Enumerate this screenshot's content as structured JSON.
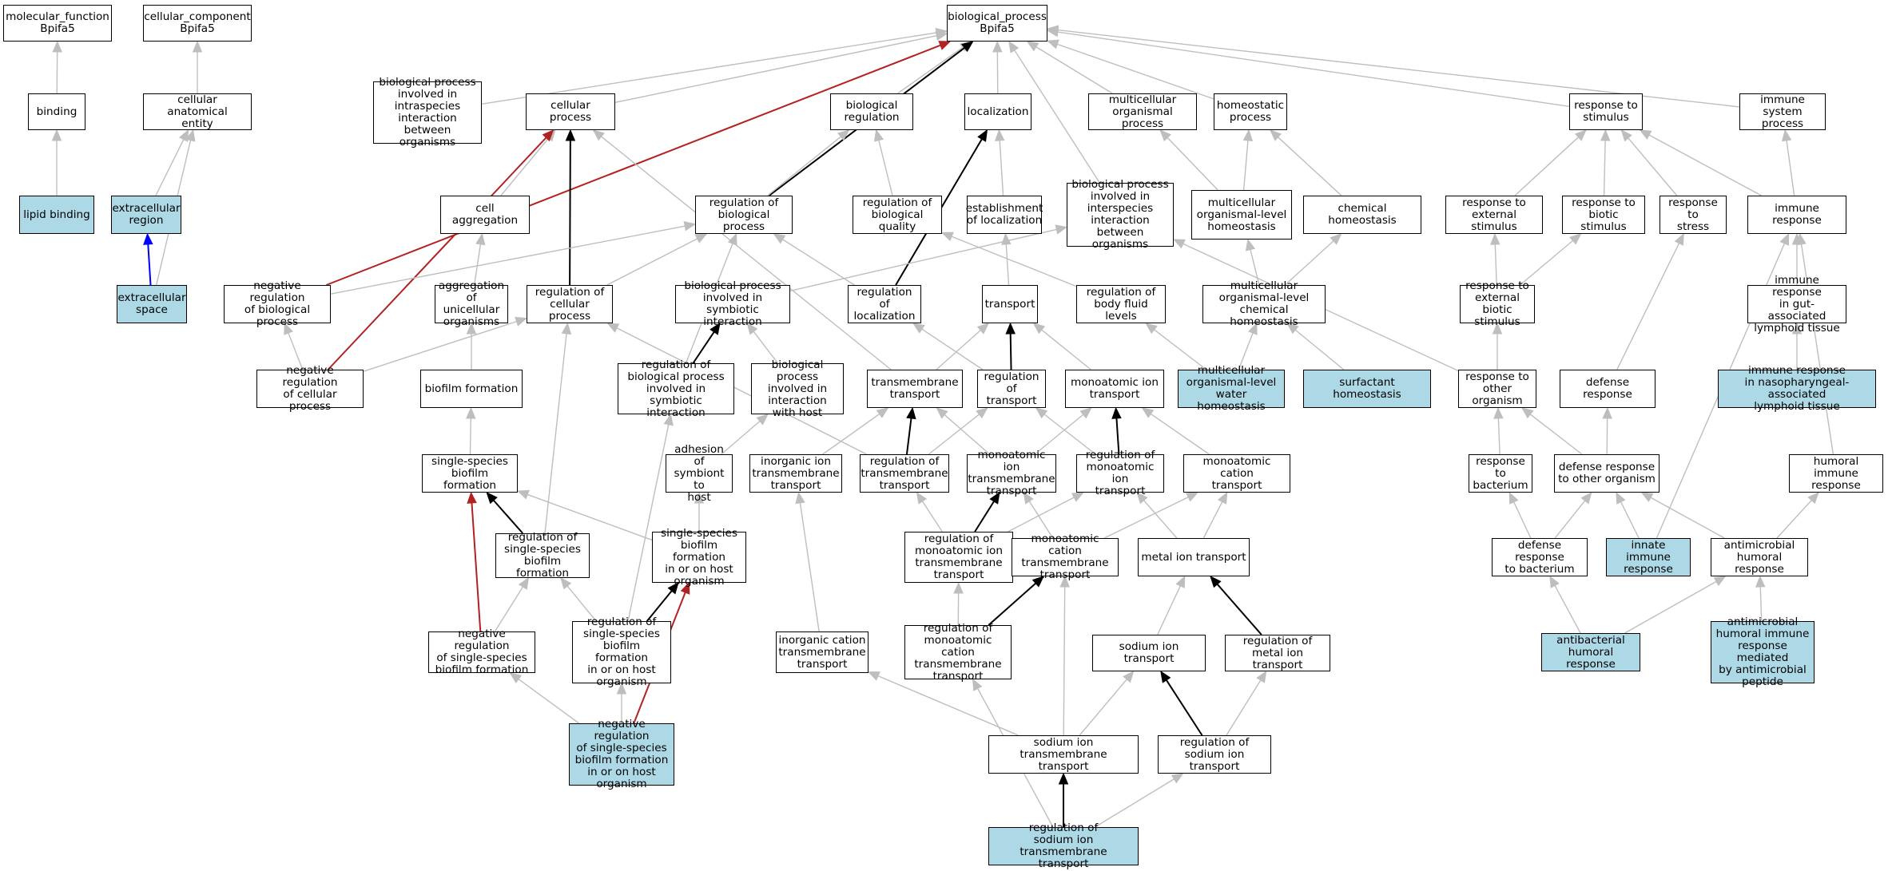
{
  "colors": {
    "gray": "#bebebe",
    "black": "#000000",
    "red": "#b22222",
    "blue": "#0000ff",
    "highlight": "#add8e6"
  },
  "nodes": {
    "mf": {
      "label": "molecular_function\nBpifa5"
    },
    "cc": {
      "label": "cellular_component\nBpifa5"
    },
    "bp": {
      "label": "biological_process\nBpifa5"
    },
    "binding": {
      "label": "binding"
    },
    "cae": {
      "label": "cellular anatomical\nentity"
    },
    "lipid": {
      "label": "lipid binding",
      "highlight": true
    },
    "exreg": {
      "label": "extracellular\nregion",
      "highlight": true
    },
    "exsp": {
      "label": "extracellular\nspace",
      "highlight": true
    },
    "bpintra": {
      "label": "biological process\ninvolved in\nintraspecies\ninteraction\nbetween organisms"
    },
    "cellproc": {
      "label": "cellular process"
    },
    "bioreg": {
      "label": "biological regulation"
    },
    "loc": {
      "label": "localization"
    },
    "multi": {
      "label": "multicellular\norganismal process"
    },
    "homeo": {
      "label": "homeostatic\nprocess"
    },
    "respstim": {
      "label": "response to\nstimulus"
    },
    "immsys": {
      "label": "immune system\nprocess"
    },
    "cellagg": {
      "label": "cell aggregation"
    },
    "regbio": {
      "label": "regulation of\nbiological process"
    },
    "regbq": {
      "label": "regulation of\nbiological quality"
    },
    "estloc": {
      "label": "establishment\nof localization"
    },
    "bpinter": {
      "label": "biological process\ninvolved in\ninterspecies\ninteraction\nbetween organisms"
    },
    "mlhomeo": {
      "label": "multicellular\norganismal-level\nhomeostasis"
    },
    "chemhomeo": {
      "label": "chemical homeostasis"
    },
    "respext": {
      "label": "response to\nexternal stimulus"
    },
    "respbio": {
      "label": "response to\nbiotic stimulus"
    },
    "respstress": {
      "label": "response to\nstress"
    },
    "immresp": {
      "label": "immune response"
    },
    "negregbio": {
      "label": "negative regulation\nof biological\nprocess"
    },
    "aggunicell": {
      "label": "aggregation\nof unicellular\norganisms"
    },
    "regcell": {
      "label": "regulation of\ncellular process"
    },
    "bpsymb": {
      "label": "biological process\ninvolved in\nsymbiotic interaction"
    },
    "regloc": {
      "label": "regulation of\nlocalization"
    },
    "transport": {
      "label": "transport"
    },
    "regbfl": {
      "label": "regulation of\nbody fluid levels"
    },
    "mlchem": {
      "label": "multicellular\norganismal-level\nchemical homeostasis"
    },
    "respextbio": {
      "label": "response to\nexternal biotic\nstimulus"
    },
    "imgut": {
      "label": "immune response\nin gut-associated\nlymphoid tissue"
    },
    "negregcell": {
      "label": "negative regulation\nof cellular\nprocess"
    },
    "biofilm": {
      "label": "biofilm formation"
    },
    "regbpsymb": {
      "label": "regulation of\nbiological process\ninvolved in\nsymbiotic interaction"
    },
    "bphost": {
      "label": "biological process\ninvolved in\ninteraction\nwith host"
    },
    "tmtrans": {
      "label": "transmembrane\ntransport"
    },
    "regtrans": {
      "label": "regulation of\ntransport"
    },
    "iontrans": {
      "label": "monoatomic ion\ntransport"
    },
    "mlwater": {
      "label": "multicellular\norganismal-level\nwater homeostasis",
      "highlight": true
    },
    "surf": {
      "label": "surfactant homeostasis",
      "highlight": true
    },
    "respother": {
      "label": "response to\nother organism"
    },
    "defresp": {
      "label": "defense response"
    },
    "imnasal": {
      "label": "immune response\nin nasopharyngeal-associated\nlymphoid tissue",
      "highlight": true
    },
    "ssbiofilm": {
      "label": "single-species\nbiofilm formation"
    },
    "adhesion": {
      "label": "adhesion of\nsymbiont to\nhost"
    },
    "inorgion": {
      "label": "inorganic ion\ntransmembrane\ntransport"
    },
    "regtm": {
      "label": "regulation of\ntransmembrane\ntransport"
    },
    "iontm": {
      "label": "monoatomic ion\ntransmembrane\ntransport"
    },
    "regiontrans": {
      "label": "regulation of\nmonoatomic ion\ntransport"
    },
    "cationtrans": {
      "label": "monoatomic cation\ntransport"
    },
    "respbact": {
      "label": "response to\nbacterium"
    },
    "defother": {
      "label": "defense response\nto other organism"
    },
    "humoral": {
      "label": "humoral immune\nresponse"
    },
    "regssbio": {
      "label": "regulation of\nsingle-species\nbiofilm formation"
    },
    "sshost": {
      "label": "single-species\nbiofilm formation\nin or on host\norganism"
    },
    "regiontm": {
      "label": "regulation of\nmonoatomic ion\ntransmembrane\ntransport"
    },
    "cationtm": {
      "label": "monoatomic cation\ntransmembrane\ntransport"
    },
    "metaltrans": {
      "label": "metal ion transport"
    },
    "defbact": {
      "label": "defense response\nto bacterium"
    },
    "innate": {
      "label": "innate immune\nresponse",
      "highlight": true
    },
    "antimhum": {
      "label": "antimicrobial\nhumoral response"
    },
    "negregss": {
      "label": "negative regulation\nof single-species\nbiofilm formation"
    },
    "regsshost": {
      "label": "regulation of\nsingle-species\nbiofilm formation\nin or on host\norganism"
    },
    "inorgcat": {
      "label": "inorganic cation\ntransmembrane\ntransport"
    },
    "regcattm": {
      "label": "regulation of\nmonoatomic cation\ntransmembrane\ntransport"
    },
    "sodiumtrans": {
      "label": "sodium ion transport"
    },
    "regmetal": {
      "label": "regulation of\nmetal ion transport"
    },
    "antibact": {
      "label": "antibacterial\nhumoral response",
      "highlight": true
    },
    "antimpep": {
      "label": "antimicrobial\nhumoral immune\nresponse mediated\nby antimicrobial\npeptide",
      "highlight": true
    },
    "negregsshost": {
      "label": "negative regulation\nof single-species\nbiofilm formation\nin or on host\norganism",
      "highlight": true
    },
    "sodiumtm": {
      "label": "sodium ion transmembrane\ntransport"
    },
    "regsodium": {
      "label": "regulation of\nsodium ion transport"
    },
    "regsodiumtm": {
      "label": "regulation of\nsodium ion transmembrane\ntransport",
      "highlight": true
    }
  },
  "edges": [
    {
      "from": "binding",
      "to": "mf",
      "color": "gray"
    },
    {
      "from": "lipid",
      "to": "binding",
      "color": "gray"
    },
    {
      "from": "cae",
      "to": "cc",
      "color": "gray"
    },
    {
      "from": "exreg",
      "to": "cae",
      "color": "gray"
    },
    {
      "from": "exsp",
      "to": "cae",
      "color": "gray"
    },
    {
      "from": "exsp",
      "to": "exreg",
      "color": "blue"
    },
    {
      "from": "bpintra",
      "to": "bp",
      "color": "gray"
    },
    {
      "from": "cellproc",
      "to": "bp",
      "color": "gray"
    },
    {
      "from": "bioreg",
      "to": "bp",
      "color": "gray"
    },
    {
      "from": "loc",
      "to": "bp",
      "color": "gray"
    },
    {
      "from": "multi",
      "to": "bp",
      "color": "gray"
    },
    {
      "from": "homeo",
      "to": "bp",
      "color": "gray"
    },
    {
      "from": "respstim",
      "to": "bp",
      "color": "gray"
    },
    {
      "from": "immsys",
      "to": "bp",
      "color": "gray"
    },
    {
      "from": "bpinter",
      "to": "bp",
      "color": "gray"
    },
    {
      "from": "negregbio",
      "to": "bp",
      "color": "red"
    },
    {
      "from": "regbio",
      "to": "bp",
      "color": "black"
    },
    {
      "from": "cellagg",
      "to": "cellproc",
      "color": "gray"
    },
    {
      "from": "regcell",
      "to": "cellproc",
      "color": "black"
    },
    {
      "from": "negregcell",
      "to": "cellproc",
      "color": "red"
    },
    {
      "from": "tmtrans",
      "to": "cellproc",
      "color": "gray"
    },
    {
      "from": "regbio",
      "to": "bioreg",
      "color": "gray"
    },
    {
      "from": "regbq",
      "to": "bioreg",
      "color": "gray"
    },
    {
      "from": "estloc",
      "to": "loc",
      "color": "gray"
    },
    {
      "from": "regloc",
      "to": "loc",
      "color": "black"
    },
    {
      "from": "mlhomeo",
      "to": "multi",
      "color": "gray"
    },
    {
      "from": "mlhomeo",
      "to": "homeo",
      "color": "gray"
    },
    {
      "from": "chemhomeo",
      "to": "homeo",
      "color": "gray"
    },
    {
      "from": "respext",
      "to": "respstim",
      "color": "gray"
    },
    {
      "from": "respbio",
      "to": "respstim",
      "color": "gray"
    },
    {
      "from": "respstress",
      "to": "respstim",
      "color": "gray"
    },
    {
      "from": "immresp",
      "to": "respstim",
      "color": "gray"
    },
    {
      "from": "immresp",
      "to": "immsys",
      "color": "gray"
    },
    {
      "from": "aggunicell",
      "to": "cellagg",
      "color": "gray"
    },
    {
      "from": "negregbio",
      "to": "regbio",
      "color": "gray"
    },
    {
      "from": "regcell",
      "to": "regbio",
      "color": "gray"
    },
    {
      "from": "regbpsymb",
      "to": "regbio",
      "color": "gray"
    },
    {
      "from": "regloc",
      "to": "regbio",
      "color": "gray"
    },
    {
      "from": "regbfl",
      "to": "regbq",
      "color": "gray"
    },
    {
      "from": "transport",
      "to": "estloc",
      "color": "gray"
    },
    {
      "from": "bpsymb",
      "to": "bpinter",
      "color": "gray"
    },
    {
      "from": "respother",
      "to": "bpinter",
      "color": "gray"
    },
    {
      "from": "mlchem",
      "to": "mlhomeo",
      "color": "gray"
    },
    {
      "from": "mlchem",
      "to": "chemhomeo",
      "color": "gray"
    },
    {
      "from": "respextbio",
      "to": "respext",
      "color": "gray"
    },
    {
      "from": "respextbio",
      "to": "respbio",
      "color": "gray"
    },
    {
      "from": "defresp",
      "to": "respstress",
      "color": "gray"
    },
    {
      "from": "imgut",
      "to": "immresp",
      "color": "gray"
    },
    {
      "from": "innate",
      "to": "immresp",
      "color": "gray"
    },
    {
      "from": "humoral",
      "to": "immresp",
      "color": "gray"
    },
    {
      "from": "negregcell",
      "to": "negregbio",
      "color": "gray"
    },
    {
      "from": "biofilm",
      "to": "aggunicell",
      "color": "gray"
    },
    {
      "from": "negregcell",
      "to": "regcell",
      "color": "gray"
    },
    {
      "from": "regssbio",
      "to": "regcell",
      "color": "gray"
    },
    {
      "from": "regtm",
      "to": "regcell",
      "color": "gray"
    },
    {
      "from": "regbpsymb",
      "to": "bpsymb",
      "color": "black"
    },
    {
      "from": "bphost",
      "to": "bpsymb",
      "color": "gray"
    },
    {
      "from": "tmtrans",
      "to": "transport",
      "color": "gray"
    },
    {
      "from": "regtrans",
      "to": "transport",
      "color": "black"
    },
    {
      "from": "iontrans",
      "to": "transport",
      "color": "gray"
    },
    {
      "from": "regtrans",
      "to": "regloc",
      "color": "gray"
    },
    {
      "from": "mlwater",
      "to": "regbfl",
      "color": "gray"
    },
    {
      "from": "mlwater",
      "to": "mlchem",
      "color": "gray"
    },
    {
      "from": "surf",
      "to": "mlchem",
      "color": "gray"
    },
    {
      "from": "respother",
      "to": "respextbio",
      "color": "gray"
    },
    {
      "from": "imnasal",
      "to": "imgut",
      "color": "gray"
    },
    {
      "from": "ssbiofilm",
      "to": "biofilm",
      "color": "gray"
    },
    {
      "from": "regsshost",
      "to": "regbpsymb",
      "color": "gray"
    },
    {
      "from": "adhesion",
      "to": "bphost",
      "color": "gray"
    },
    {
      "from": "inorgion",
      "to": "tmtrans",
      "color": "gray"
    },
    {
      "from": "regtm",
      "to": "tmtrans",
      "color": "black"
    },
    {
      "from": "iontm",
      "to": "tmtrans",
      "color": "gray"
    },
    {
      "from": "regtm",
      "to": "regtrans",
      "color": "gray"
    },
    {
      "from": "regiontrans",
      "to": "regtrans",
      "color": "gray"
    },
    {
      "from": "iontm",
      "to": "iontrans",
      "color": "gray"
    },
    {
      "from": "regiontrans",
      "to": "iontrans",
      "color": "black"
    },
    {
      "from": "cationtrans",
      "to": "iontrans",
      "color": "gray"
    },
    {
      "from": "respbact",
      "to": "respother",
      "color": "gray"
    },
    {
      "from": "defother",
      "to": "respother",
      "color": "gray"
    },
    {
      "from": "defother",
      "to": "defresp",
      "color": "gray"
    },
    {
      "from": "regssbio",
      "to": "ssbiofilm",
      "color": "black"
    },
    {
      "from": "sshost",
      "to": "ssbiofilm",
      "color": "gray"
    },
    {
      "from": "negregss",
      "to": "ssbiofilm",
      "color": "red"
    },
    {
      "from": "sshost",
      "to": "adhesion",
      "color": "gray"
    },
    {
      "from": "inorgcat",
      "to": "inorgion",
      "color": "gray"
    },
    {
      "from": "regiontm",
      "to": "regtm",
      "color": "gray"
    },
    {
      "from": "regiontm",
      "to": "iontm",
      "color": "black"
    },
    {
      "from": "cationtm",
      "to": "iontm",
      "color": "gray"
    },
    {
      "from": "regiontm",
      "to": "regiontrans",
      "color": "gray"
    },
    {
      "from": "regmetal",
      "to": "regiontrans",
      "color": "gray"
    },
    {
      "from": "cationtm",
      "to": "cationtrans",
      "color": "gray"
    },
    {
      "from": "metaltrans",
      "to": "cationtrans",
      "color": "gray"
    },
    {
      "from": "defbact",
      "to": "respbact",
      "color": "gray"
    },
    {
      "from": "defbact",
      "to": "defother",
      "color": "gray"
    },
    {
      "from": "innate",
      "to": "defother",
      "color": "gray"
    },
    {
      "from": "antimhum",
      "to": "defother",
      "color": "gray"
    },
    {
      "from": "antimhum",
      "to": "humoral",
      "color": "gray"
    },
    {
      "from": "negregss",
      "to": "regssbio",
      "color": "gray"
    },
    {
      "from": "regsshost",
      "to": "regssbio",
      "color": "gray"
    },
    {
      "from": "regsshost",
      "to": "sshost",
      "color": "black"
    },
    {
      "from": "negregsshost",
      "to": "sshost",
      "color": "red"
    },
    {
      "from": "regcattm",
      "to": "regiontm",
      "color": "gray"
    },
    {
      "from": "regcattm",
      "to": "cationtm",
      "color": "black"
    },
    {
      "from": "sodiumtm",
      "to": "cationtm",
      "color": "gray"
    },
    {
      "from": "sodiumtrans",
      "to": "metaltrans",
      "color": "gray"
    },
    {
      "from": "regmetal",
      "to": "metaltrans",
      "color": "black"
    },
    {
      "from": "antibact",
      "to": "defbact",
      "color": "gray"
    },
    {
      "from": "antibact",
      "to": "antimhum",
      "color": "gray"
    },
    {
      "from": "antimpep",
      "to": "antimhum",
      "color": "gray"
    },
    {
      "from": "negregsshost",
      "to": "negregss",
      "color": "gray"
    },
    {
      "from": "negregsshost",
      "to": "regsshost",
      "color": "gray"
    },
    {
      "from": "sodiumtm",
      "to": "inorgcat",
      "color": "gray"
    },
    {
      "from": "regsodiumtm",
      "to": "regcattm",
      "color": "gray"
    },
    {
      "from": "sodiumtm",
      "to": "sodiumtrans",
      "color": "gray"
    },
    {
      "from": "regsodium",
      "to": "sodiumtrans",
      "color": "black"
    },
    {
      "from": "regsodium",
      "to": "regmetal",
      "color": "gray"
    },
    {
      "from": "regsodiumtm",
      "to": "sodiumtm",
      "color": "black"
    },
    {
      "from": "regsodiumtm",
      "to": "regsodium",
      "color": "gray"
    }
  ]
}
